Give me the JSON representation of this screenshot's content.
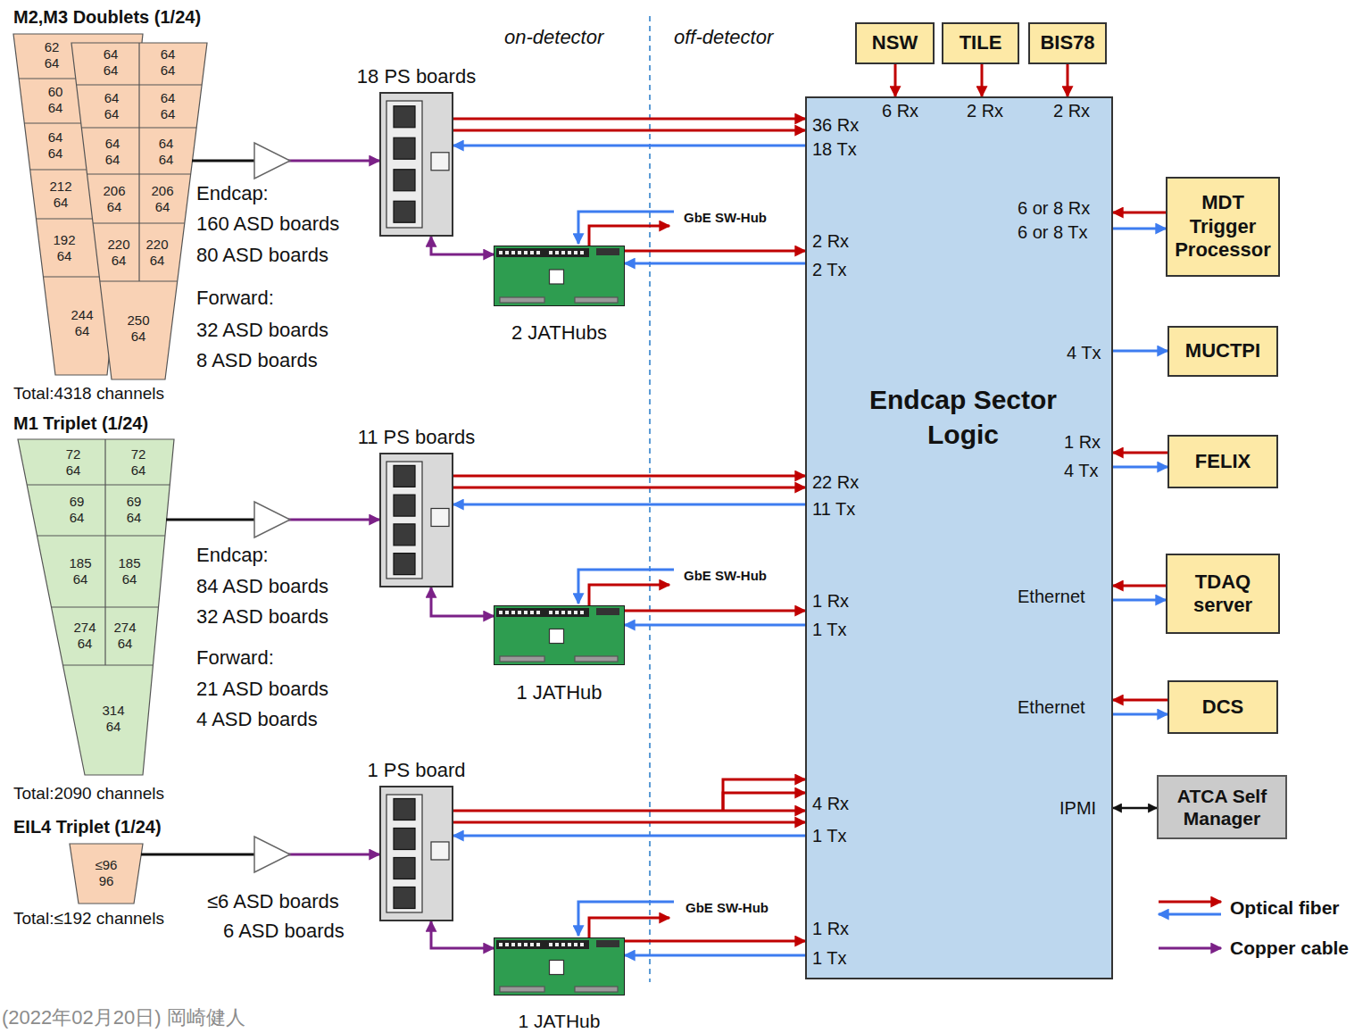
{
  "diagram": {
    "nodes": [
      {
        "text": [
          "M2,M3 Doublets (1/24)",
          "Total:4318 channels"
        ]
      },
      {
        "text": [
          "M1 Triplet (1/24)",
          "Total:2090 channels"
        ]
      },
      {
        "text": [
          "EIL4 Triplet (1/24)",
          "Total:≤192 channels"
        ]
      },
      {
        "text": [
          "18 PS boards"
        ]
      },
      {
        "text": [
          "2 JATHubs"
        ]
      },
      {
        "text": [
          "11 PS boards"
        ]
      },
      {
        "text": [
          "1 JATHub"
        ]
      },
      {
        "text": [
          "1 PS board"
        ]
      },
      {
        "text": [
          "1 JATHub"
        ]
      },
      {
        "text": [
          "Endcap Sector Logic"
        ]
      },
      {
        "text": [
          "NSW"
        ]
      },
      {
        "text": [
          "TILE"
        ]
      },
      {
        "text": [
          "BIS78"
        ]
      },
      {
        "text": [
          "MDT Trigger Processor"
        ]
      },
      {
        "text": [
          "MUCTPI"
        ]
      },
      {
        "text": [
          "FELIX"
        ]
      },
      {
        "text": [
          "TDAQ server"
        ]
      },
      {
        "text": [
          "DCS"
        ]
      },
      {
        "text": [
          "ATCA Self Manager"
        ]
      }
    ],
    "edges": [
      {
        "from": 0,
        "to": 3,
        "arrow": "to"
      },
      {
        "from": 3,
        "to": 4,
        "arrow": "both"
      },
      {
        "from": 3,
        "to": 9,
        "arrow": "to"
      },
      {
        "from": 3,
        "to": 9,
        "arrow": "to"
      },
      {
        "from": 9,
        "to": 3,
        "arrow": "to"
      },
      {
        "from": 4,
        "to": 9,
        "arrow": "to"
      },
      {
        "from": 9,
        "to": 4,
        "arrow": "to"
      },
      {
        "from": 1,
        "to": 5,
        "arrow": "to"
      },
      {
        "from": 5,
        "to": 6,
        "arrow": "both"
      },
      {
        "from": 5,
        "to": 9,
        "arrow": "to"
      },
      {
        "from": 5,
        "to": 9,
        "arrow": "to"
      },
      {
        "from": 9,
        "to": 5,
        "arrow": "to"
      },
      {
        "from": 6,
        "to": 9,
        "arrow": "to"
      },
      {
        "from": 9,
        "to": 6,
        "arrow": "to"
      },
      {
        "from": 2,
        "to": 7,
        "arrow": "to"
      },
      {
        "from": 7,
        "to": 8,
        "arrow": "both"
      },
      {
        "from": 7,
        "to": 9,
        "arrow": "to"
      },
      {
        "from": 7,
        "to": 9,
        "arrow": "to"
      },
      {
        "from": 9,
        "to": 7,
        "arrow": "to"
      },
      {
        "from": 8,
        "to": 9,
        "arrow": "to"
      },
      {
        "from": 9,
        "to": 8,
        "arrow": "to"
      },
      {
        "from": 10,
        "to": 9,
        "arrow": "to"
      },
      {
        "from": 11,
        "to": 9,
        "arrow": "to"
      },
      {
        "from": 12,
        "to": 9,
        "arrow": "to"
      },
      {
        "from": 13,
        "to": 9,
        "arrow": "to"
      },
      {
        "from": 9,
        "to": 13,
        "arrow": "to"
      },
      {
        "from": 9,
        "to": 14,
        "arrow": "to"
      },
      {
        "from": 15,
        "to": 9,
        "arrow": "to"
      },
      {
        "from": 9,
        "to": 15,
        "arrow": "to"
      },
      {
        "from": 16,
        "to": 9,
        "arrow": "to"
      },
      {
        "from": 9,
        "to": 16,
        "arrow": "to"
      },
      {
        "from": 17,
        "to": 9,
        "arrow": "to"
      },
      {
        "from": 9,
        "to": 17,
        "arrow": "to"
      },
      {
        "from": 9,
        "to": 18,
        "arrow": "both"
      }
    ],
    "labels": [
      "on-detector",
      "off-detector",
      "Endcap:",
      "160 ASD boards",
      "80 ASD boards",
      "Forward:",
      "32 ASD boards",
      "8 ASD boards",
      "Endcap:",
      "84 ASD boards",
      "32 ASD boards",
      "Forward:",
      "21 ASD boards",
      "4 ASD boards",
      "≤6 ASD boards",
      "6 ASD boards",
      "GbE SW-Hub",
      "GbE SW-Hub",
      "GbE SW-Hub",
      "36 Rx",
      "18 Tx",
      "6 Rx",
      "2 Rx",
      "2 Rx",
      "2 Rx",
      "2 Tx",
      "6 or 8 Rx",
      "6 or 8 Tx",
      "4 Tx",
      "1 Rx",
      "4 Tx",
      "22 Rx",
      "11 Tx",
      "1 Rx",
      "1 Tx",
      "Ethernet",
      "Ethernet",
      "4 Rx",
      "1 Tx",
      "IPMI",
      "1 Rx",
      "1 Tx",
      "(2022年02月20日) 岡崎健人",
      "62 64",
      "60 64",
      "64 64",
      "212 64",
      "192 64",
      "244 64",
      "64 64",
      "64 64",
      "64 64",
      "64 64",
      "64 64",
      "64 64",
      "206 64",
      "206 64",
      "220 64",
      "220 64",
      "250 64",
      "72 64",
      "72 64",
      "69 64",
      "69 64",
      "185 64",
      "185 64",
      "274 64",
      "274 64",
      "314 64",
      "≤96 96"
    ],
    "legend": [
      {
        "text": "Optical fiber"
      },
      {
        "text": "Copper cable"
      }
    ]
  }
}
